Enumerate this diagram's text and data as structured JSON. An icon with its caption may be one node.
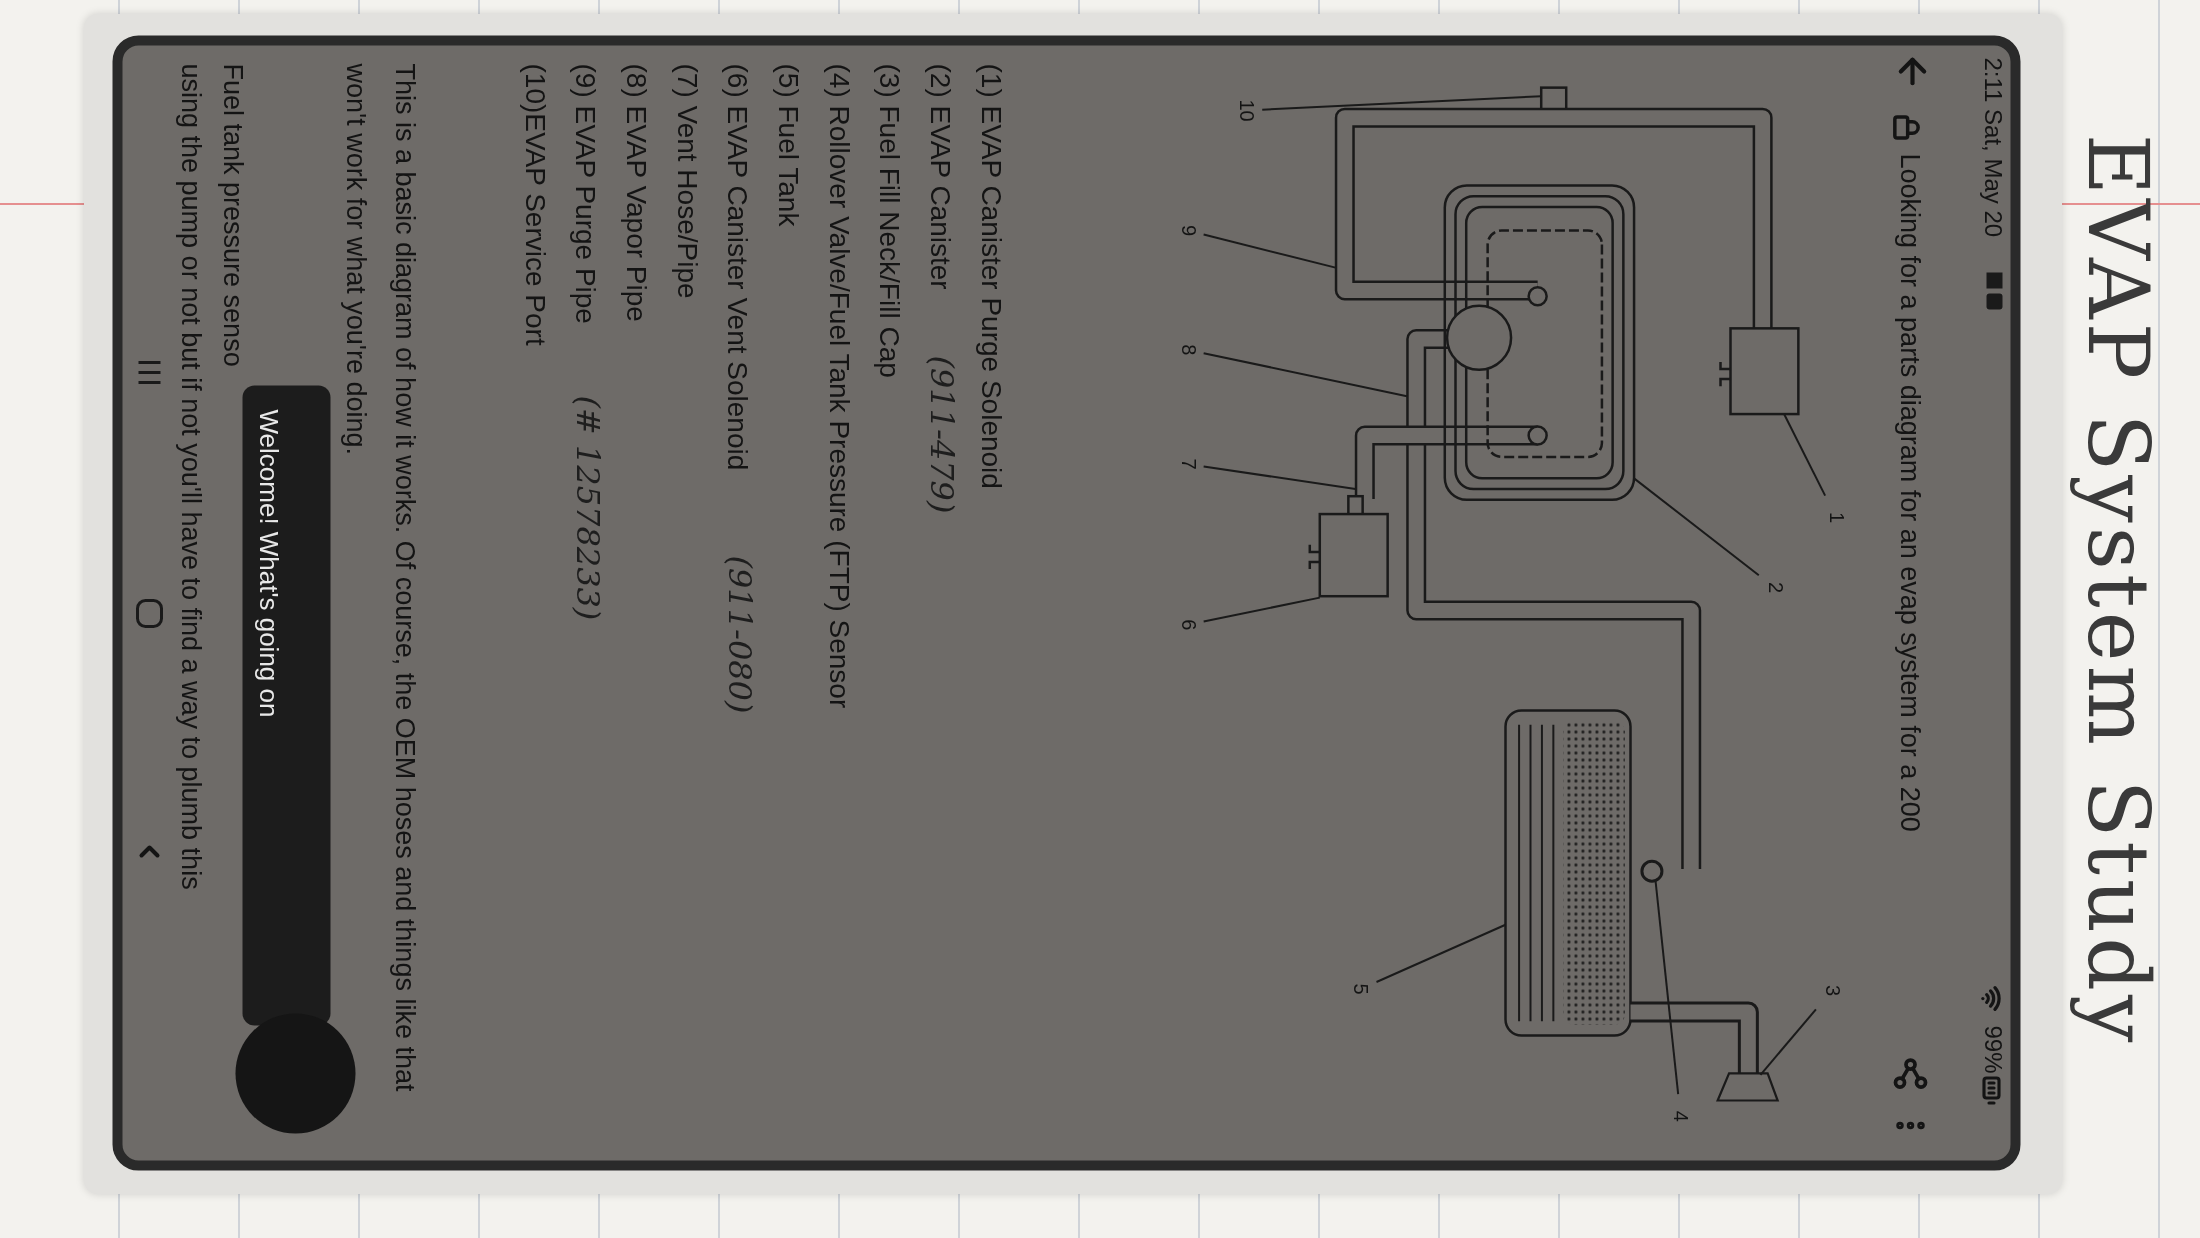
{
  "diagram": {
    "title": "EVAP System Study",
    "nodes": [
      {
        "text": [
          "10"
        ]
      },
      {
        "text": [
          "9"
        ]
      },
      {
        "text": [
          "8"
        ]
      },
      {
        "text": [
          "7"
        ]
      },
      {
        "text": [
          "6"
        ]
      },
      {
        "text": [
          "1"
        ]
      },
      {
        "text": [
          "2"
        ]
      },
      {
        "text": [
          "5"
        ]
      },
      {
        "text": [
          "3"
        ]
      },
      {
        "text": [
          "4"
        ]
      },
      {
        "text": [],
        "shape": "box"
      },
      {
        "text": [],
        "shape": "pipe"
      },
      {
        "text": [],
        "shape": "pipe"
      },
      {
        "text": [],
        "shape": "pipe"
      },
      {
        "text": [],
        "shape": "box"
      },
      {
        "text": [],
        "shape": "box"
      },
      {
        "text": [],
        "shape": "box"
      },
      {
        "text": [],
        "shape": "box"
      },
      {
        "text": [],
        "shape": "trapezoid"
      },
      {
        "text": [],
        "shape": "circle"
      }
    ],
    "edges": [
      {
        "from": 0,
        "to": 10,
        "arrow": "none"
      },
      {
        "from": 1,
        "to": 11,
        "arrow": "none"
      },
      {
        "from": 2,
        "to": 12,
        "arrow": "none"
      },
      {
        "from": 3,
        "to": 13,
        "arrow": "none"
      },
      {
        "from": 4,
        "to": 14,
        "arrow": "none"
      },
      {
        "from": 5,
        "to": 15,
        "arrow": "none"
      },
      {
        "from": 6,
        "to": 16,
        "arrow": "none"
      },
      {
        "from": 7,
        "to": 17,
        "arrow": "none"
      },
      {
        "from": 8,
        "to": 18,
        "arrow": "none"
      },
      {
        "from": 9,
        "to": 19,
        "arrow": "none"
      }
    ],
    "labels": [
      "2:11 Sat, May 20",
      "99%",
      "Looking for a parts diagram for an evap system for a 200",
      "(1) EVAP Canister Purge Solenoid",
      "(2) EVAP Canister",
      "(3) Fuel Fill Neck/Fill Cap",
      "(4) Rollover Valve/Fuel Tank Pressure (FTP) Sensor",
      "(5) Fuel Tank",
      "(6) EVAP Canister Vent Solenoid",
      "(7) Vent Hose/Pipe",
      "(8) EVAP Vapor Pipe",
      "(9) EVAP Purge Pipe",
      "(10)EVAP Service Port",
      "(911-479)",
      "(911-080)",
      "(# 12578233)",
      "This is a basic diagram of how it works. Of course, the OEM hoses and things like that won't work for what you're doing.",
      "Fuel tank pressure senso",
      "Welcome! What's going on",
      "using the pump or not but if not you'll have to find a way to plumb this"
    ]
  }
}
